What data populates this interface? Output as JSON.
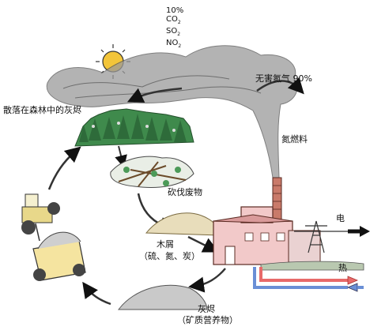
{
  "emissions": {
    "percent": "10%",
    "gases": [
      {
        "base": "CO",
        "sub": "2"
      },
      {
        "base": "SO",
        "sub": "2"
      },
      {
        "base": "NO",
        "sub": "2"
      }
    ]
  },
  "labels": {
    "harmless_nitrogen": "无害氮气 90%",
    "ash_in_forest": "散落在森林中的灰烬",
    "nitrogen_fuel": "氮燃料",
    "logging_waste": "砍伐废物",
    "wood_chips": "木屑",
    "wood_chips_elements": "（硫、氮、炭）",
    "electricity": "电",
    "heat": "热",
    "ash": "灰烬",
    "ash_minerals": "（矿质营养物）"
  },
  "colors": {
    "smoke": "#8e8e8e",
    "factory_wall": "#f2c9c9",
    "chimney": "#c97a6a",
    "heat_pipe_hot": "#e86a6a",
    "heat_pipe_cold": "#6a8fd6",
    "forest": "#3f8a4c",
    "sun": "#f3c53a"
  }
}
